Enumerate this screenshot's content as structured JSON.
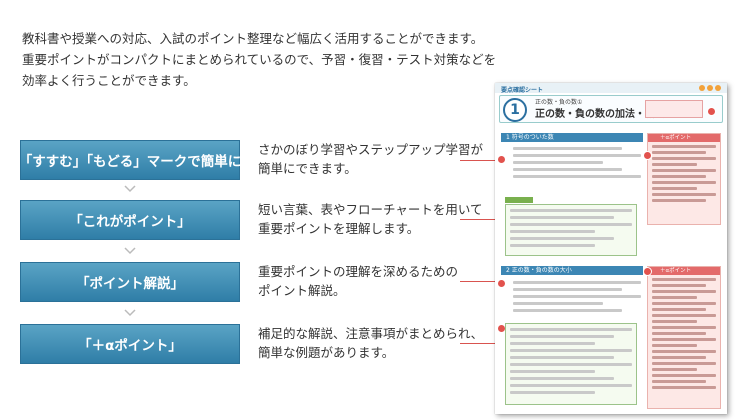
{
  "intro": {
    "lines": [
      "教科書や授業への対応、入試のポイント整理など幅広く活用することができます。",
      "重要ポイントがコンパクトにまとめられているので、予習・復習・テスト対策などを",
      "効率よく行うことができます。"
    ]
  },
  "features": [
    {
      "label": "「すすむ」「もどる」マークで簡単に",
      "desc": [
        "さかのぼり学習やステップアップ学習が",
        "簡単にできます。"
      ]
    },
    {
      "label": "「これがポイント」",
      "desc": [
        "短い言葉、表やフローチャートを用いて",
        "重要ポイントを理解します。"
      ]
    },
    {
      "label": "「ポイント解説」",
      "desc": [
        "重要ポイントの理解を深めるための",
        "ポイント解説。"
      ]
    },
    {
      "label": "「＋αポイント」",
      "desc": [
        "補足的な解説、注意事項がまとめられ、",
        "簡単な例題があります。"
      ]
    }
  ],
  "sample_page": {
    "header": "要点確認シート",
    "chapter_number": "1",
    "chapter_sub": "正の数・負の数①",
    "chapter_title": "正の数・負の数の加法・減法",
    "section1": "1 符号のついた数",
    "section2": "2 正の数・負の数の大小",
    "side_title": "＋αポイント"
  },
  "colors": {
    "button_top": "#5aa4c5",
    "button_bottom": "#2f7ea7",
    "accent_red": "#e2524d",
    "section_blue": "#3c86b4"
  }
}
